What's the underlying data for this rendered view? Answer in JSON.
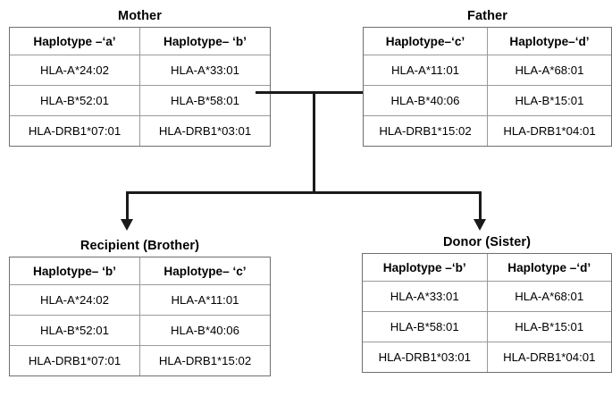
{
  "diagram": {
    "title_semantic": "hla-haplotype-family-pedigree",
    "line_color": "#1a1a1a",
    "table_border_color": "#6f6f6f",
    "background": "#ffffff",
    "connectors": [
      {
        "name": "parents-horizontal-bar"
      },
      {
        "name": "parents-vertical-drop"
      },
      {
        "name": "sibling-horizontal-bar"
      },
      {
        "name": "child-left-stem-with-arrow"
      },
      {
        "name": "child-right-stem-with-arrow"
      }
    ]
  },
  "blocks": {
    "mother": {
      "title": "Mother",
      "headers": [
        "Haplotype –‘a’",
        "Haplotype– ‘b’"
      ],
      "rows": [
        [
          "HLA-A*24:02",
          "HLA-A*33:01"
        ],
        [
          "HLA-B*52:01",
          "HLA-B*58:01"
        ],
        [
          "HLA-DRB1*07:01",
          "HLA-DRB1*03:01"
        ]
      ]
    },
    "father": {
      "title": "Father",
      "headers": [
        "Haplotype–‘c’",
        "Haplotype–‘d’"
      ],
      "rows": [
        [
          "HLA-A*11:01",
          "HLA-A*68:01"
        ],
        [
          "HLA-B*40:06",
          "HLA-B*15:01"
        ],
        [
          "HLA-DRB1*15:02",
          "HLA-DRB1*04:01"
        ]
      ]
    },
    "recipient": {
      "title": "Recipient (Brother)",
      "headers": [
        "Haplotype– ‘b’",
        "Haplotype– ‘c’"
      ],
      "rows": [
        [
          "HLA-A*24:02",
          "HLA-A*11:01"
        ],
        [
          "HLA-B*52:01",
          "HLA-B*40:06"
        ],
        [
          "HLA-DRB1*07:01",
          "HLA-DRB1*15:02"
        ]
      ]
    },
    "donor": {
      "title": "Donor (Sister)",
      "headers": [
        "Haplotype –‘b’",
        "Haplotype –‘d’"
      ],
      "rows": [
        [
          "HLA-A*33:01",
          "HLA-A*68:01"
        ],
        [
          "HLA-B*58:01",
          "HLA-B*15:01"
        ],
        [
          "HLA-DRB1*03:01",
          "HLA-DRB1*04:01"
        ]
      ]
    }
  }
}
